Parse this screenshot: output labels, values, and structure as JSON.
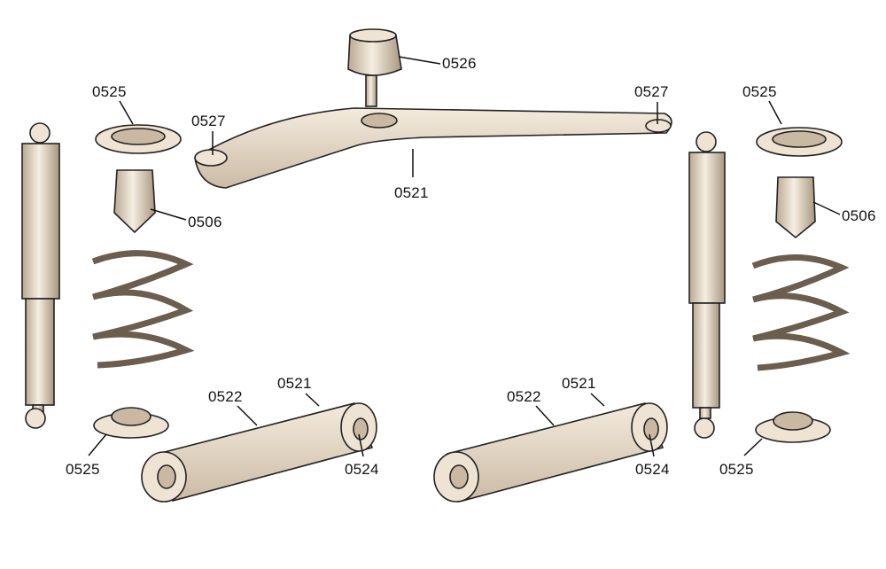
{
  "diagram": {
    "title": "",
    "labels": {
      "ball_joint": "0526",
      "seat_top_left": "0525",
      "seat_top_right": "0525",
      "bolt_left": "0527",
      "bolt_right": "0527",
      "a_frame": "0521",
      "bump_stop_left": "0506",
      "bump_stop_right": "0506",
      "arm_left_bushing_mid": "0522",
      "arm_left": "0521",
      "arm_right_bushing_mid": "0522",
      "arm_right": "0521",
      "seat_bottom_left": "0525",
      "bushing_left": "0524",
      "bushing_right": "0524",
      "seat_bottom_right": "0525"
    },
    "colors": {
      "line": "#222222",
      "part_fill": "#efe4d4",
      "shade": "#c9b9a3"
    }
  }
}
